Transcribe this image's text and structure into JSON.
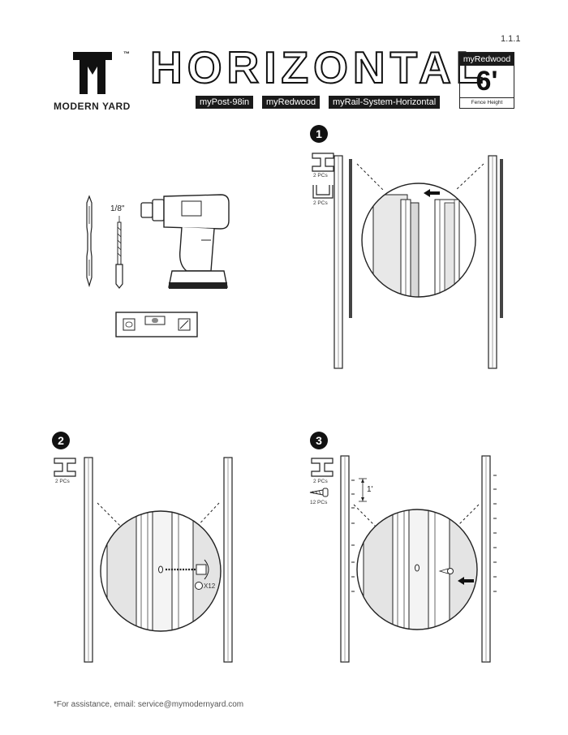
{
  "page": {
    "number": "1.1.1"
  },
  "brand": {
    "name": "MODERN YARD",
    "tm": "™",
    "logo_icon": "my-monogram-logo-icon"
  },
  "title": "HORIZONTAL",
  "tags": {
    "post": "myPost-98in",
    "wood": "myRedwood",
    "rail": "myRail-System-Horizontal"
  },
  "height_badge": {
    "header": "myRedwood",
    "value": "6'",
    "label": "Fence Height"
  },
  "tools": {
    "drill_bit_size": "1/8\"",
    "icons": [
      "screwdriver-bit-icon",
      "drill-bit-icon",
      "cordless-drill-icon",
      "spirit-level-icon"
    ]
  },
  "steps": [
    {
      "number": "1",
      "parts": [
        {
          "qty": "2 PCs",
          "icon": "h-channel-icon"
        },
        {
          "qty": "2 PCs",
          "icon": "u-channel-icon"
        }
      ]
    },
    {
      "number": "2",
      "parts": [
        {
          "qty": "2 PCs",
          "icon": "h-channel-icon"
        }
      ],
      "callout": "X12"
    },
    {
      "number": "3",
      "parts": [
        {
          "qty": "2 PCs",
          "icon": "h-channel-icon"
        },
        {
          "qty": "12 PCs",
          "icon": "screw-icon"
        }
      ],
      "spacing": "1'"
    }
  ],
  "footer": "*For assistance, email: service@mymodernyard.com"
}
